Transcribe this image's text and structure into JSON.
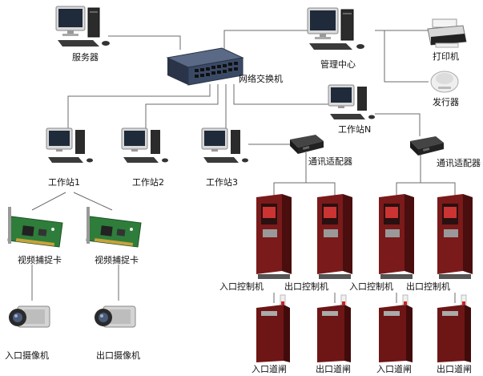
{
  "labels": {
    "server": "服务器",
    "management_center": "管理中心",
    "printer": "打印机",
    "card_issuer": "发行器",
    "network_switch": "网络交换机",
    "workstation_n": "工作站N",
    "workstation_1": "工作站1",
    "workstation_2": "工作站2",
    "workstation_3": "工作站3",
    "comm_adapter_1": "通讯适配器",
    "comm_adapter_2": "通讯适配器",
    "capture_card_1": "视频捕捉卡",
    "capture_card_2": "视频捕捉卡",
    "entry_camera": "入口摄像机",
    "exit_camera": "出口摄像机",
    "entry_controller_1": "入口控制机",
    "exit_controller_1": "出口控制机",
    "entry_controller_2": "入口控制机",
    "exit_controller_2": "出口控制机",
    "entry_gate_1": "入口道闸",
    "exit_gate_1": "出口道闸",
    "entry_gate_2": "入口道闸",
    "exit_gate_2": "出口道闸"
  },
  "colors": {
    "line": "#6b6b6b",
    "kiosk": "#7a1a1a",
    "gate": "#6e1515",
    "pcb": "#2f7d3a",
    "switch": "#3a4a66"
  }
}
